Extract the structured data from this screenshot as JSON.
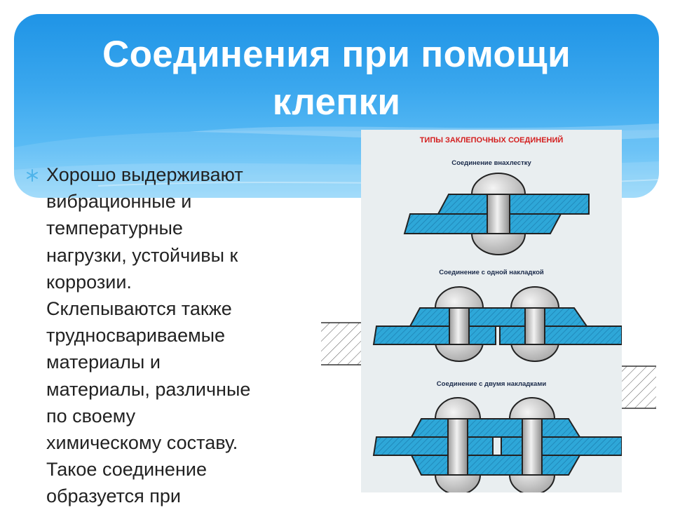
{
  "slide": {
    "title_lines": [
      "Соединения при помощи",
      "клепки"
    ],
    "body_lines": [
      "Хорошо выдерживают",
      "вибрационные и",
      "температурные",
      "нагрузки, устойчивы к",
      "коррозии.",
      "Склепываются также",
      "трудносвариваемые",
      "материалы и",
      "материалы, различные",
      "по своему",
      "химическому составу.",
      "Такое соединение",
      "образуется при"
    ]
  },
  "figure": {
    "heading": "ТИПЫ ЗАКЛЕПОЧНЫХ СОЕДИНЕНИЙ",
    "captions": [
      "Соединение внахлестку",
      "Соединение с одной накладкой",
      "Соединение с двумя накладками"
    ]
  },
  "colors": {
    "banner_top": "#1f94e6",
    "banner_bottom": "#8ad3fa",
    "plate": "#2ea7d8",
    "rivet": "#c9c9c9",
    "figure_heading": "#d42020",
    "bullet": "#4fb4ea"
  },
  "icons": {
    "bullet": "asterisk-bullet-icon"
  }
}
